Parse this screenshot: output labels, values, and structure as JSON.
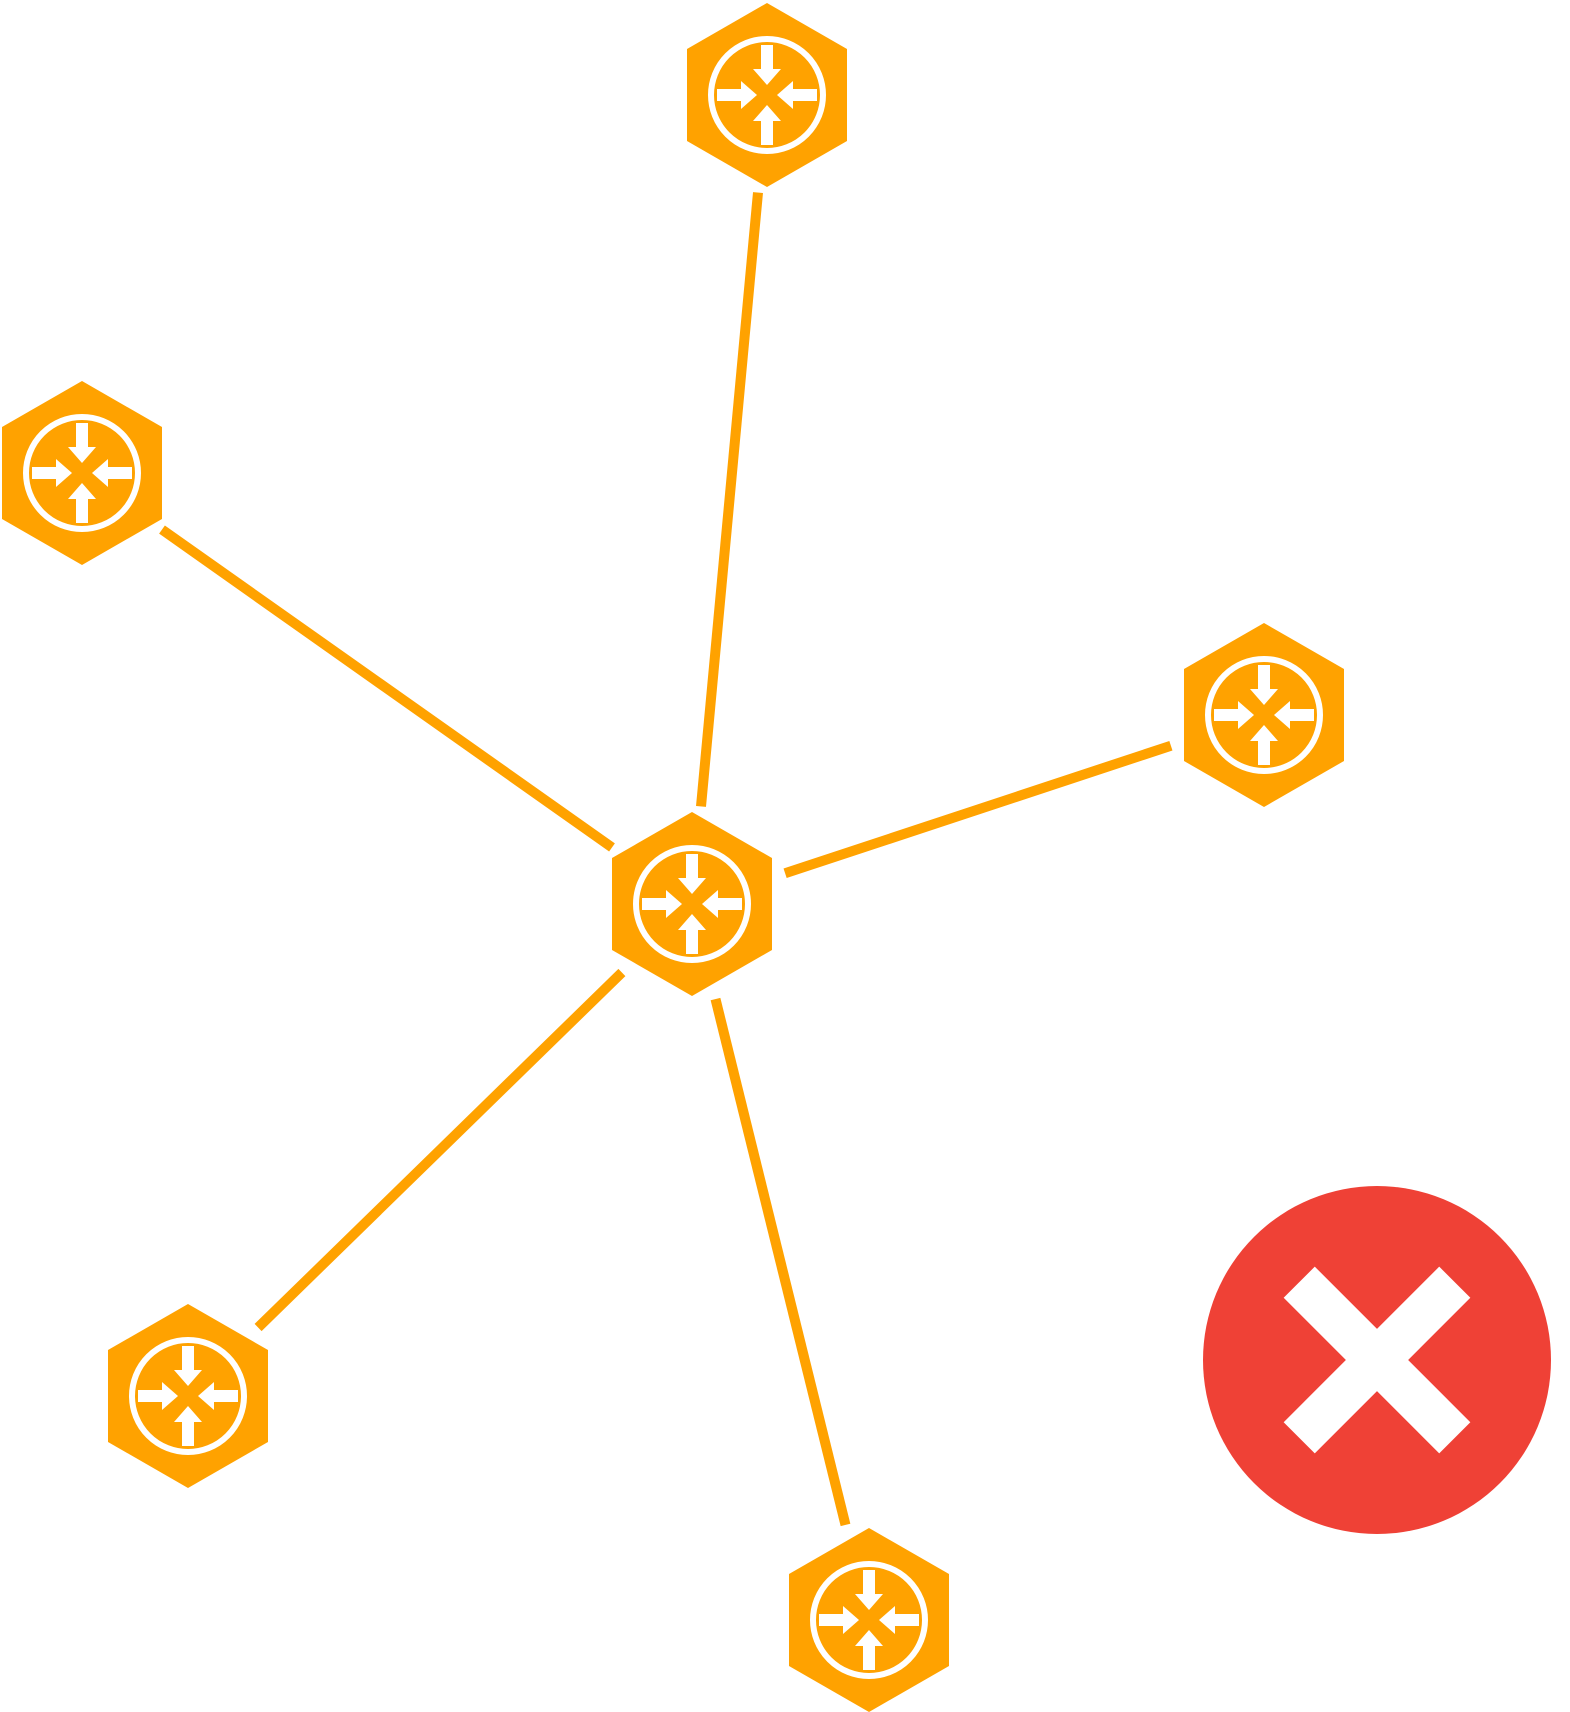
{
  "diagram": {
    "type": "star-topology",
    "colors": {
      "node": "#FFA200",
      "link": "#FFA200",
      "icon_fg": "#FFFFFF",
      "error_badge": "#EF4136",
      "error_glyph": "#FFFFFF"
    },
    "nodes": [
      {
        "id": "hub",
        "role": "center",
        "icon": "router-icon"
      },
      {
        "id": "top",
        "role": "leaf",
        "icon": "router-icon"
      },
      {
        "id": "upper-left",
        "role": "leaf",
        "icon": "router-icon"
      },
      {
        "id": "right",
        "role": "leaf",
        "icon": "router-icon"
      },
      {
        "id": "lower-left",
        "role": "leaf",
        "icon": "router-icon"
      },
      {
        "id": "bottom",
        "role": "leaf",
        "icon": "router-icon"
      }
    ],
    "links": [
      {
        "from": "hub",
        "to": "top"
      },
      {
        "from": "hub",
        "to": "upper-left"
      },
      {
        "from": "hub",
        "to": "right"
      },
      {
        "from": "hub",
        "to": "lower-left"
      },
      {
        "from": "hub",
        "to": "bottom"
      }
    ],
    "status_badge": {
      "icon": "error-x-icon",
      "state": "error"
    }
  }
}
